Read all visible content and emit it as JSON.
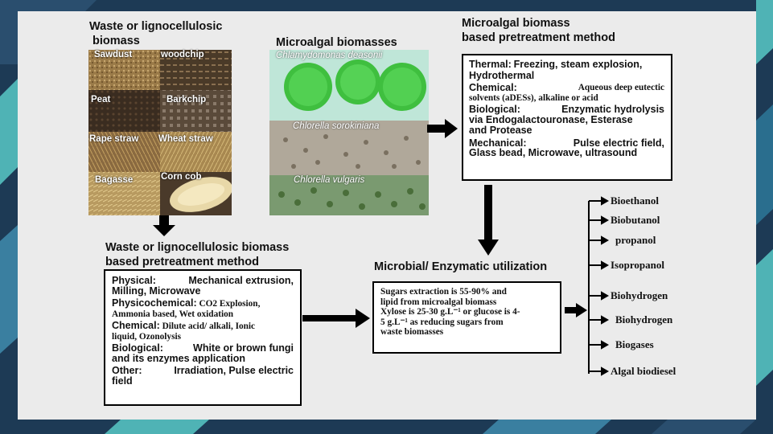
{
  "colors": {
    "panel": "#ebebeb",
    "background": "#1d3a55",
    "accent_teal": "#4fb3b5",
    "algae_green": "#3fbf3f"
  },
  "headings": {
    "waste_biomass": [
      "Waste or lignocellulosic",
      "biomass"
    ],
    "microalgal_biomasses": "Microalgal biomasses",
    "microalgal_pretreatment": [
      "Microalgal biomass",
      "based pretreatment method"
    ],
    "waste_pretreatment": [
      "Waste or lignocellulosic biomass",
      "based pretreatment method"
    ],
    "microbial_utilization": "Microbial/ Enzymatic utilization"
  },
  "waste_photo_labels": {
    "sawdust": "Sawdust",
    "woodchip": "woodchip",
    "peat": "Peat",
    "barkchip": "Barkchip",
    "rape_straw": "Rape straw",
    "wheat_straw": "Wheat straw",
    "bagasse": "Bagasse",
    "corn_cob": "Corn cob"
  },
  "algae_labels": {
    "chlamydomonas": "Chlamydomonas deasonii",
    "sorokiniana": "Chlorella sorokiniana",
    "vulgaris": "Chlorella vulgaris"
  },
  "microalgal_box": {
    "thermal_key": "Thermal:",
    "thermal_val": "Freezing, steam explosion,",
    "thermal_val2": "Hydrothermal",
    "chemical_key": "Chemical:",
    "chemical_val": "Aqueous deep eutectic",
    "chemical_val2": "solvents (aDESs), alkaline or acid",
    "biological_key": "Biological:",
    "biological_val": "Enzymatic hydrolysis",
    "biological_val2": "via Endogalactouronase, Esterase",
    "biological_val3": "and Protease",
    "mechanical_key": "Mechanical:",
    "mechanical_val": "Pulse electric field,",
    "mechanical_val2": "Glass bead, Microwave, ultrasound"
  },
  "waste_box": {
    "physical_key": "Physical:",
    "physical_val": "Mechanical extrusion,",
    "physical_val2": "Milling, Microwave",
    "physicochemical_key": "Physicochemical:",
    "physicochemical_val": "CO2 Explosion,",
    "physicochemical_val2": "Ammonia based, Wet oxidation",
    "chemical_key": "Chemical:",
    "chemical_val": "Dilute acid/ alkali, Ionic",
    "chemical_val2": "liquid, Ozonolysis",
    "biological_key": "Biological:",
    "biological_val": "White or brown fungi",
    "biological_val2": "and its enzymes application",
    "other_key": "Other:",
    "other_val": "Irradiation, Pulse electric",
    "other_val2": "field"
  },
  "sugar_box": {
    "line1": "Sugars extraction is 55-90%  and",
    "line2": "lipid from microalgal biomass",
    "line3": "Xylose is 25-30 g.L⁻¹ or glucose is 4-",
    "line4": "5 g.L⁻¹ as reducing sugars from",
    "line5": "waste biomasses"
  },
  "products": [
    "Bioethanol",
    "Biobutanol",
    "propanol",
    "Isopropanol",
    "Biohydrogen",
    "Biohydrogen",
    "Biogases",
    "Algal biodiesel"
  ]
}
